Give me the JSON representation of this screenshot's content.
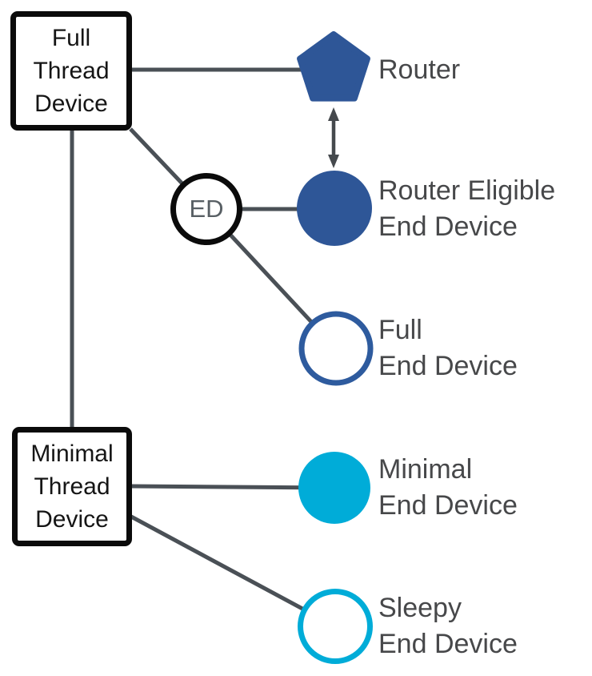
{
  "diagram": {
    "colors": {
      "thread_blue": "#2E5697",
      "thread_blue_outline": "#2E5B9E",
      "thread_cyan": "#00ACD8",
      "connector_gray": "#4A5056",
      "arrow_gray": "#45494D",
      "label_gray": "#47484A",
      "box_border_black": "#0B0B0B"
    },
    "boxes": {
      "ftd": {
        "line1": "Full",
        "line2": "Thread",
        "line3": "Device"
      },
      "mtd": {
        "line1": "Minimal",
        "line2": "Thread",
        "line3": "Device"
      }
    },
    "ed_badge": {
      "label": "ED"
    },
    "nodes": {
      "router": {
        "shape": "pentagon-filled-blue",
        "line1": "Router",
        "line2": ""
      },
      "reed": {
        "shape": "circle-filled-blue",
        "line1": "Router Eligible",
        "line2": "End Device"
      },
      "fed": {
        "shape": "circle-outline-blue",
        "line1": "Full",
        "line2": "End Device"
      },
      "med": {
        "shape": "circle-filled-cyan",
        "line1": "Minimal",
        "line2": "End Device"
      },
      "sed": {
        "shape": "circle-outline-cyan",
        "line1": "Sleepy",
        "line2": "End Device"
      }
    }
  }
}
